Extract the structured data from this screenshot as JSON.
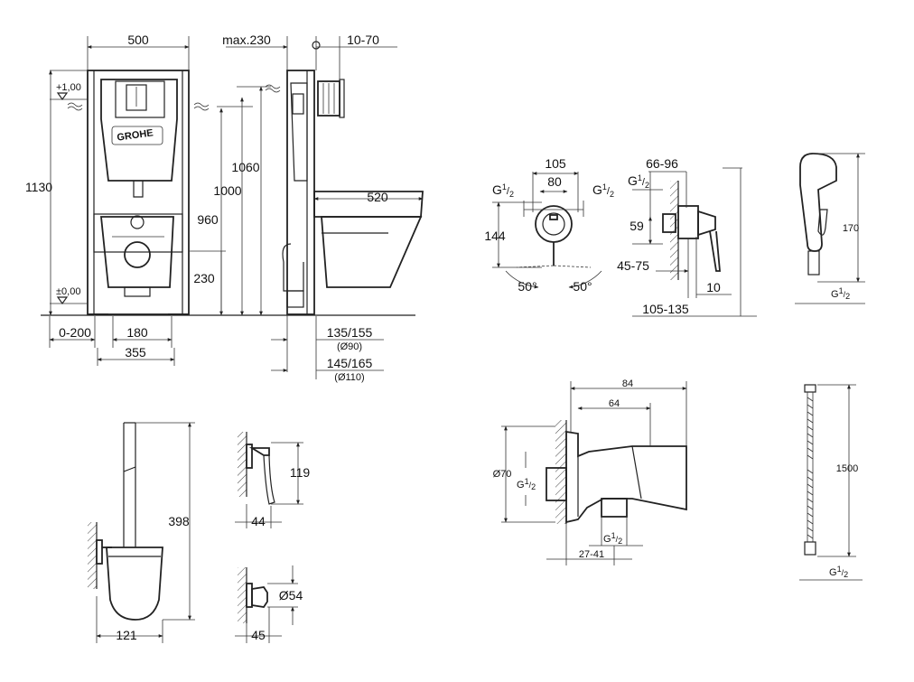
{
  "frame": {
    "width": "500",
    "level_top": "+1,00",
    "level_bottom": "±0,00",
    "height_total": "1130",
    "inlet_height": "1060",
    "height_1000": "1000",
    "height_960": "960",
    "height_230": "230",
    "dist_0_200": "0-200",
    "dist_180": "180",
    "dist_355": "355",
    "brand": "GROHE"
  },
  "side": {
    "max_depth": "max.230",
    "button_depth": "10-70",
    "bowl_length": "520",
    "outlet_1": "135/155",
    "outlet_1_diam": "(Ø90)",
    "outlet_2": "145/165",
    "outlet_2_diam": "(Ø110)"
  },
  "mixer": {
    "d105": "105",
    "d80": "80",
    "g_left": "G",
    "g_right": "G",
    "d144": "144",
    "angle_left": "50°",
    "angle_right": "50°",
    "d66_96": "66-96",
    "g_side": "G",
    "d59": "59",
    "d45_75": "45-75",
    "d10": "10",
    "d105_135": "105-135"
  },
  "sprayer": {
    "height": "170",
    "thread": "G"
  },
  "elbow": {
    "d84": "84",
    "d64": "64",
    "diam70": "Ø70",
    "thread_in": "G",
    "thread_out": "G",
    "d27_41": "27-41"
  },
  "hose": {
    "length": "1500",
    "thread": "G"
  },
  "brush": {
    "height": "398",
    "width": "121"
  },
  "paper_holder": {
    "height": "119",
    "depth": "44"
  },
  "hook": {
    "diam": "Ø54",
    "depth": "45"
  },
  "fraction": {
    "num": "1",
    "den": "2"
  }
}
